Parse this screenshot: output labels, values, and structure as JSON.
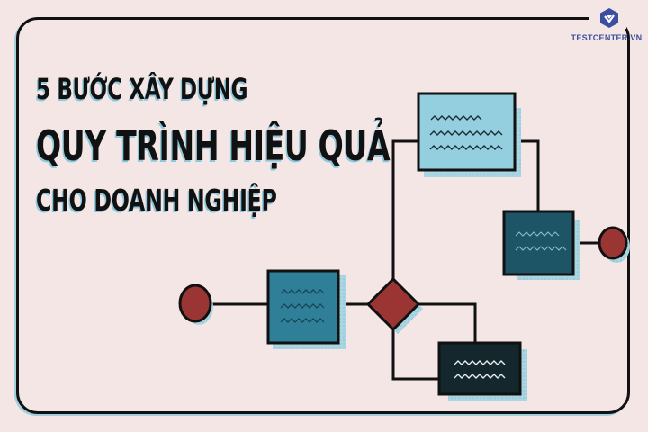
{
  "brand": {
    "name": "TESTCENTER.VN",
    "logo_icon": "hexagon-check-icon",
    "color": "#3a4fa0"
  },
  "title": {
    "line1": "5 BƯỚC XÂY DỰNG",
    "line2": "QUY TRÌNH HIỆU QUẢ",
    "line3": "CHO DOANH NGHIỆP"
  },
  "colors": {
    "background": "#f5e6e6",
    "outline": "#111111",
    "shadow": "#9fd0dc",
    "light_blue": "#94cfe0",
    "mid_teal": "#2e7f97",
    "dark_teal": "#1e5566",
    "darkest": "#13272d",
    "terminal_red": "#9a3534"
  },
  "diagram": {
    "nodes": [
      {
        "id": "start",
        "type": "circle",
        "label": "start-terminal"
      },
      {
        "id": "process-1",
        "type": "rect",
        "label": "process-step",
        "text_lines": 3
      },
      {
        "id": "decision",
        "type": "diamond",
        "label": "decision"
      },
      {
        "id": "process-2",
        "type": "rect",
        "label": "process-step",
        "text_lines": 3
      },
      {
        "id": "process-3",
        "type": "rect",
        "label": "process-step",
        "text_lines": 2
      },
      {
        "id": "process-4",
        "type": "rect",
        "label": "process-step",
        "text_lines": 2
      },
      {
        "id": "end",
        "type": "circle",
        "label": "end-terminal"
      }
    ]
  }
}
